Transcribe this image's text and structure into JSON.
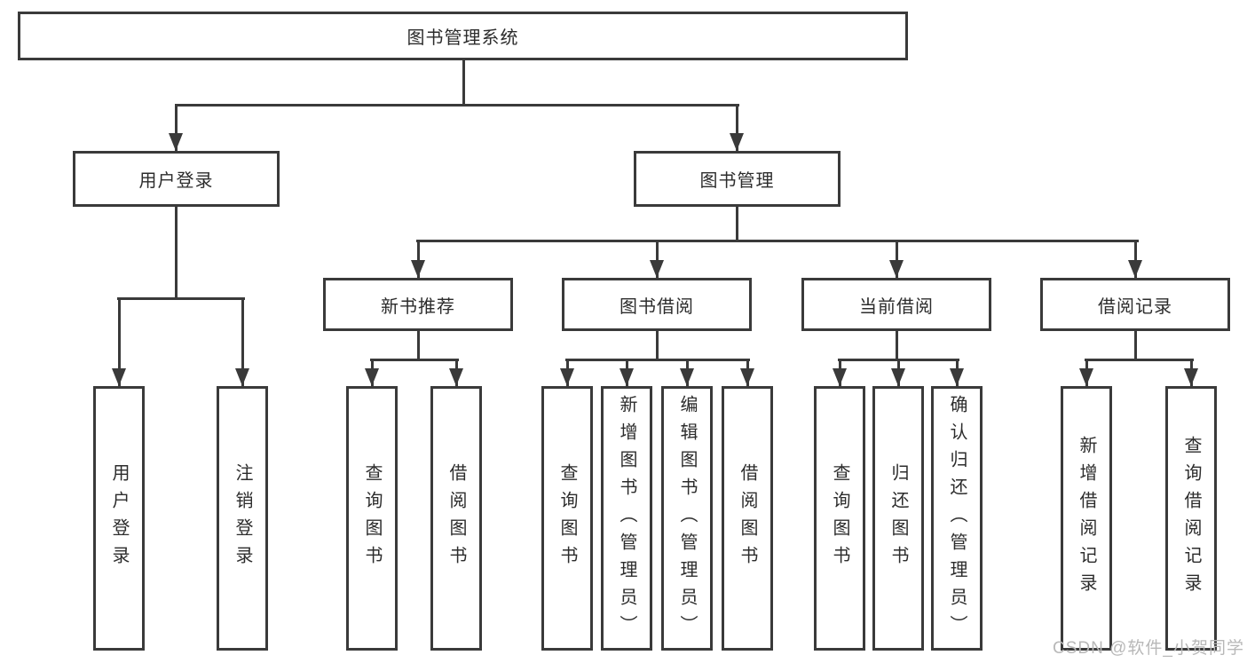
{
  "nodes": {
    "root": "图书管理系统",
    "l2": [
      "用户登录",
      "图书管理"
    ],
    "l3": [
      "新书推荐",
      "图书借阅",
      "当前借阅",
      "借阅记录"
    ],
    "l4": [
      "用户登录",
      "注销登录",
      "查询图书",
      "借阅图书",
      "查询图书",
      "新增图书（管理员）",
      "编辑图书（管理员）",
      "借阅图书",
      "查询图书",
      "归还图书",
      "确认归还（管理员）",
      "新增借阅记录",
      "查询借阅记录"
    ]
  },
  "watermark": "CSDN @软件_小贺同学",
  "colors": {
    "line": "#3a3a3a",
    "text": "#2c2c2c",
    "watermark": "#b8b8b8",
    "background": "#ffffff"
  }
}
